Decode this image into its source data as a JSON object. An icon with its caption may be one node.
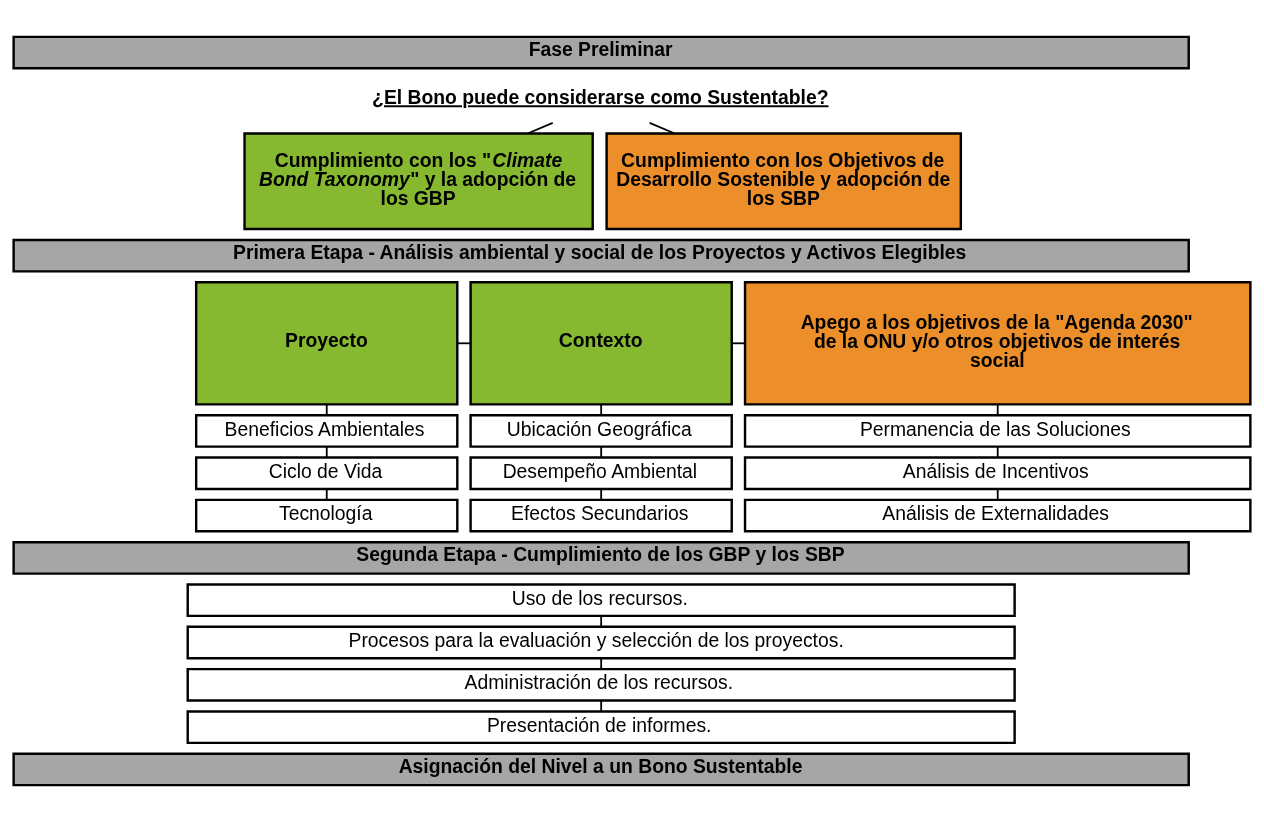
{
  "diagram": {
    "nodes": [
      {
        "text": [
          "Fase Preliminar"
        ]
      },
      {
        "text": [
          "¿El Bono puede considerarse como Sustentable?"
        ]
      },
      {
        "text": [
          "Cumplimiento con los \"*Climate Bond Taxonomy*\" y la adopción de los GBP"
        ]
      },
      {
        "text": [
          "Cumplimiento con los Objetivos de Desarrollo Sostenible y adopción de los SBP"
        ]
      },
      {
        "text": [
          "Primera Etapa - Análisis ambiental y social de los Proyectos y Activos Elegibles"
        ]
      },
      {
        "text": [
          "Proyecto"
        ]
      },
      {
        "text": [
          "Contexto"
        ]
      },
      {
        "text": [
          "Apego a los objetivos de la \"Agenda 2030\" de la ONU y/o otros objetivos de interés social"
        ]
      },
      {
        "text": [
          "Beneficios Ambientales"
        ]
      },
      {
        "text": [
          "Ciclo de Vida"
        ]
      },
      {
        "text": [
          "Tecnología"
        ]
      },
      {
        "text": [
          "Ubicación Geográfica"
        ]
      },
      {
        "text": [
          "Desempeño Ambiental"
        ]
      },
      {
        "text": [
          "Efectos Secundarios"
        ]
      },
      {
        "text": [
          "Permanencia de las Soluciones"
        ]
      },
      {
        "text": [
          "Análisis de Incentivos"
        ]
      },
      {
        "text": [
          "Análisis de Externalidades"
        ]
      },
      {
        "text": [
          "Segunda Etapa - Cumplimiento de los GBP y los SBP"
        ]
      },
      {
        "text": [
          "Uso de los recursos."
        ]
      },
      {
        "text": [
          "Procesos para la evaluación y selección de los proyectos."
        ]
      },
      {
        "text": [
          "Administración de los recursos."
        ]
      },
      {
        "text": [
          "Presentación de informes."
        ]
      },
      {
        "text": [
          "Asignación del Nivel a un Bono Sustentable"
        ]
      }
    ],
    "edges": [
      {
        "from": 1,
        "to": 2,
        "arrow": "none"
      },
      {
        "from": 1,
        "to": 3,
        "arrow": "none"
      },
      {
        "from": 5,
        "to": 6,
        "arrow": "none"
      },
      {
        "from": 6,
        "to": 7,
        "arrow": "none"
      },
      {
        "from": 5,
        "to": 8,
        "arrow": "none"
      },
      {
        "from": 8,
        "to": 9,
        "arrow": "none"
      },
      {
        "from": 9,
        "to": 10,
        "arrow": "none"
      },
      {
        "from": 6,
        "to": 11,
        "arrow": "none"
      },
      {
        "from": 11,
        "to": 12,
        "arrow": "none"
      },
      {
        "from": 12,
        "to": 13,
        "arrow": "none"
      },
      {
        "from": 7,
        "to": 14,
        "arrow": "none"
      },
      {
        "from": 14,
        "to": 15,
        "arrow": "none"
      },
      {
        "from": 15,
        "to": 16,
        "arrow": "none"
      },
      {
        "from": 18,
        "to": 19,
        "arrow": "none"
      },
      {
        "from": 19,
        "to": 20,
        "arrow": "none"
      },
      {
        "from": 20,
        "to": 21,
        "arrow": "none"
      }
    ]
  }
}
